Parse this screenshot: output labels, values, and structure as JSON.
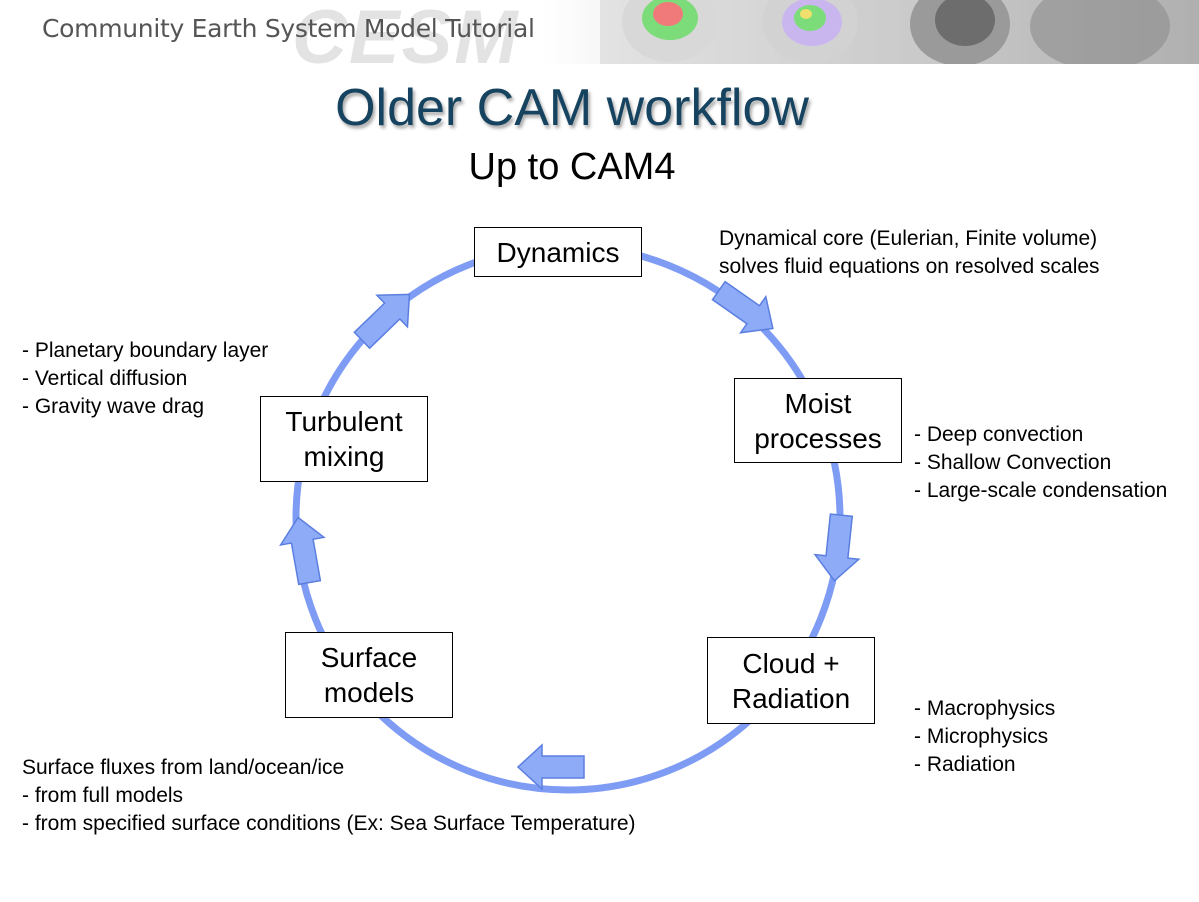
{
  "header": {
    "banner_subtitle": "Community Earth System Model Tutorial",
    "banner_watermark": "CESM"
  },
  "slide": {
    "title": "Older CAM workflow",
    "subtitle": "Up to CAM4"
  },
  "colors": {
    "title": "#16435f",
    "cycle_ring": "#7f9cf5",
    "arrow_fill": "#8eabf7",
    "arrow_edge": "#5b7fe0"
  },
  "boxes": {
    "dynamics": "Dynamics",
    "moist": "Moist\nprocesses",
    "cloud": "Cloud +\nRadiation",
    "surface": "Surface\nmodels",
    "turbulent": "Turbulent\nmixing"
  },
  "notes": {
    "dynamics": [
      "Dynamical core (Eulerian, Finite volume)",
      "solves fluid equations on resolved scales"
    ],
    "moist": [
      "- Deep convection",
      "- Shallow Convection",
      "- Large-scale condensation"
    ],
    "cloud": [
      "- Macrophysics",
      "- Microphysics",
      "- Radiation"
    ],
    "surface": [
      "Surface fluxes from land/ocean/ice",
      "- from full models",
      "- from specified surface conditions (Ex: Sea Surface Temperature)"
    ],
    "turbulent": [
      "- Planetary boundary layer",
      "- Vertical diffusion",
      "- Gravity wave drag"
    ]
  }
}
